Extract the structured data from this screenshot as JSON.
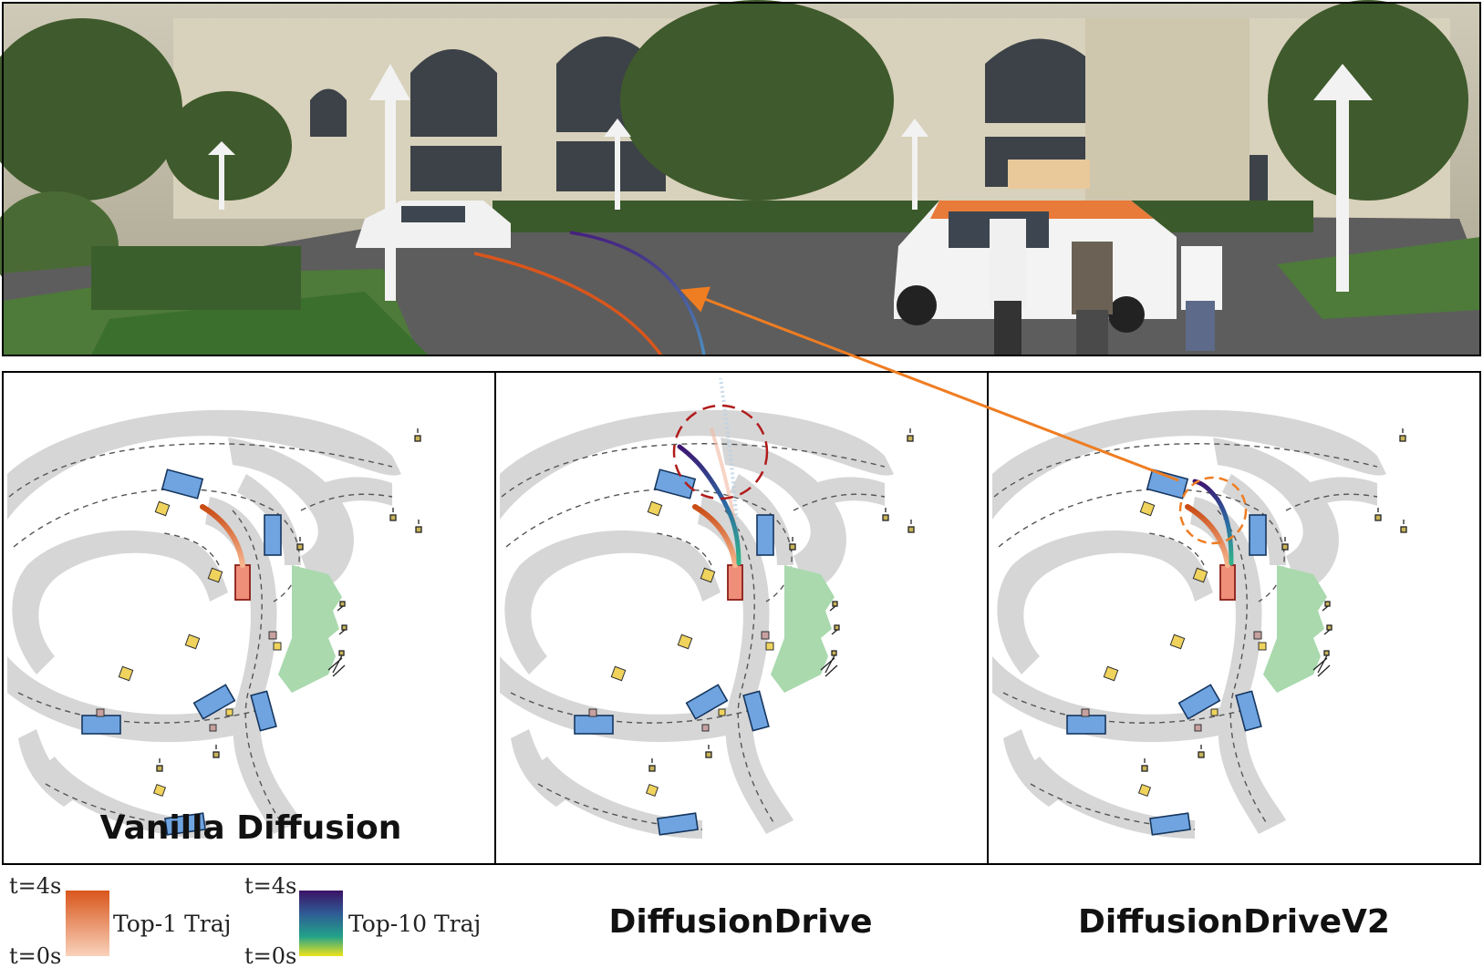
{
  "panels": [
    {
      "id": "vanilla",
      "title": "Vanilla Diffusion"
    },
    {
      "id": "diffusiondrive",
      "title": "DiffusionDrive"
    },
    {
      "id": "diffusiondrivev2",
      "title": "DiffusionDriveV2"
    }
  ],
  "legend": {
    "top1": {
      "t_start": "t=4s",
      "t_end": "t=0s",
      "label": "Top-1 Traj"
    },
    "top10": {
      "t_start": "t=4s",
      "t_end": "t=0s",
      "label": "Top-10 Traj"
    }
  },
  "colors": {
    "road": "#d6d6d6",
    "lane_line": "#555555",
    "vehicle_fill": "#6fa4e0",
    "vehicle_stroke": "#16365f",
    "ego_fill": "#ef8f7a",
    "ego_stroke": "#8a1f17",
    "pedestrian_fill": "#efd35c",
    "crosswalk_green": "#a9d9ad",
    "top1_start": "#d9561c",
    "top1_end": "#f7cdb3",
    "top10_start": "#3b1f77",
    "top10_mid": "#2a8f8f",
    "top10_end": "#e9e21e",
    "highlight_red": "#b11c1c",
    "highlight_orange": "#ef7d22"
  },
  "camera_image": {
    "description_icon": "camera-scene"
  }
}
